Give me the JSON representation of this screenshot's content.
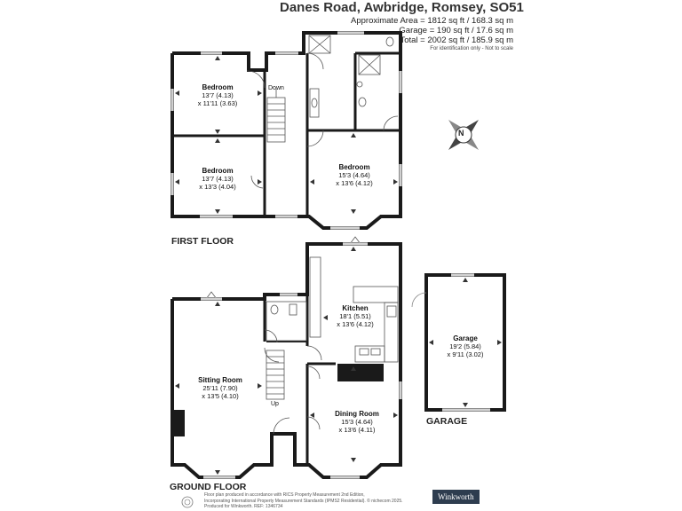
{
  "header": {
    "title": "Danes Road, Awbridge, Romsey, SO51",
    "approx_area": "Approximate Area = 1812 sq ft / 168.3 sq m",
    "garage_area": "Garage = 190 sq ft / 17.6 sq m",
    "total_area": "Total = 2002 sq ft / 185.9 sq m",
    "note": "For identification only - Not to scale"
  },
  "floors": {
    "first": "FIRST FLOOR",
    "ground": "GROUND FLOOR",
    "garage": "GARAGE"
  },
  "rooms": {
    "bedroom_top_left": {
      "name": "Bedroom",
      "dim1": "13'7 (4.13)",
      "dim2": "x 11'11 (3.63)"
    },
    "bedroom_bottom_left": {
      "name": "Bedroom",
      "dim1": "13'7 (4.13)",
      "dim2": "x 13'3 (4.04)"
    },
    "bedroom_right": {
      "name": "Bedroom",
      "dim1": "15'3 (4.64)",
      "dim2": "x 13'6 (4.12)"
    },
    "kitchen": {
      "name": "Kitchen",
      "dim1": "18'1 (5.51)",
      "dim2": "x 13'6 (4.12)"
    },
    "sitting_room": {
      "name": "Sitting Room",
      "dim1": "25'11 (7.90)",
      "dim2": "x 13'5 (4.10)"
    },
    "dining_room": {
      "name": "Dining Room",
      "dim1": "15'3 (4.64)",
      "dim2": "x 13'6 (4.11)"
    },
    "garage": {
      "name": "Garage",
      "dim1": "19'2 (5.84)",
      "dim2": "x 9'11 (3.02)"
    }
  },
  "stairs": {
    "down": "Down",
    "up": "Up"
  },
  "compass": {
    "letter": "N"
  },
  "footer": {
    "line1": "Floor plan produced in accordance with RICS Property Measurement 2nd Edition,",
    "line2": "Incorporating International Property Measurement Standards (IPMS2 Residential). © nichecom 2025.",
    "line3": "Produced for Winkworth.    REF: 1346734"
  },
  "brand": {
    "name": "Winkworth",
    "color": "#2e3d4f"
  }
}
